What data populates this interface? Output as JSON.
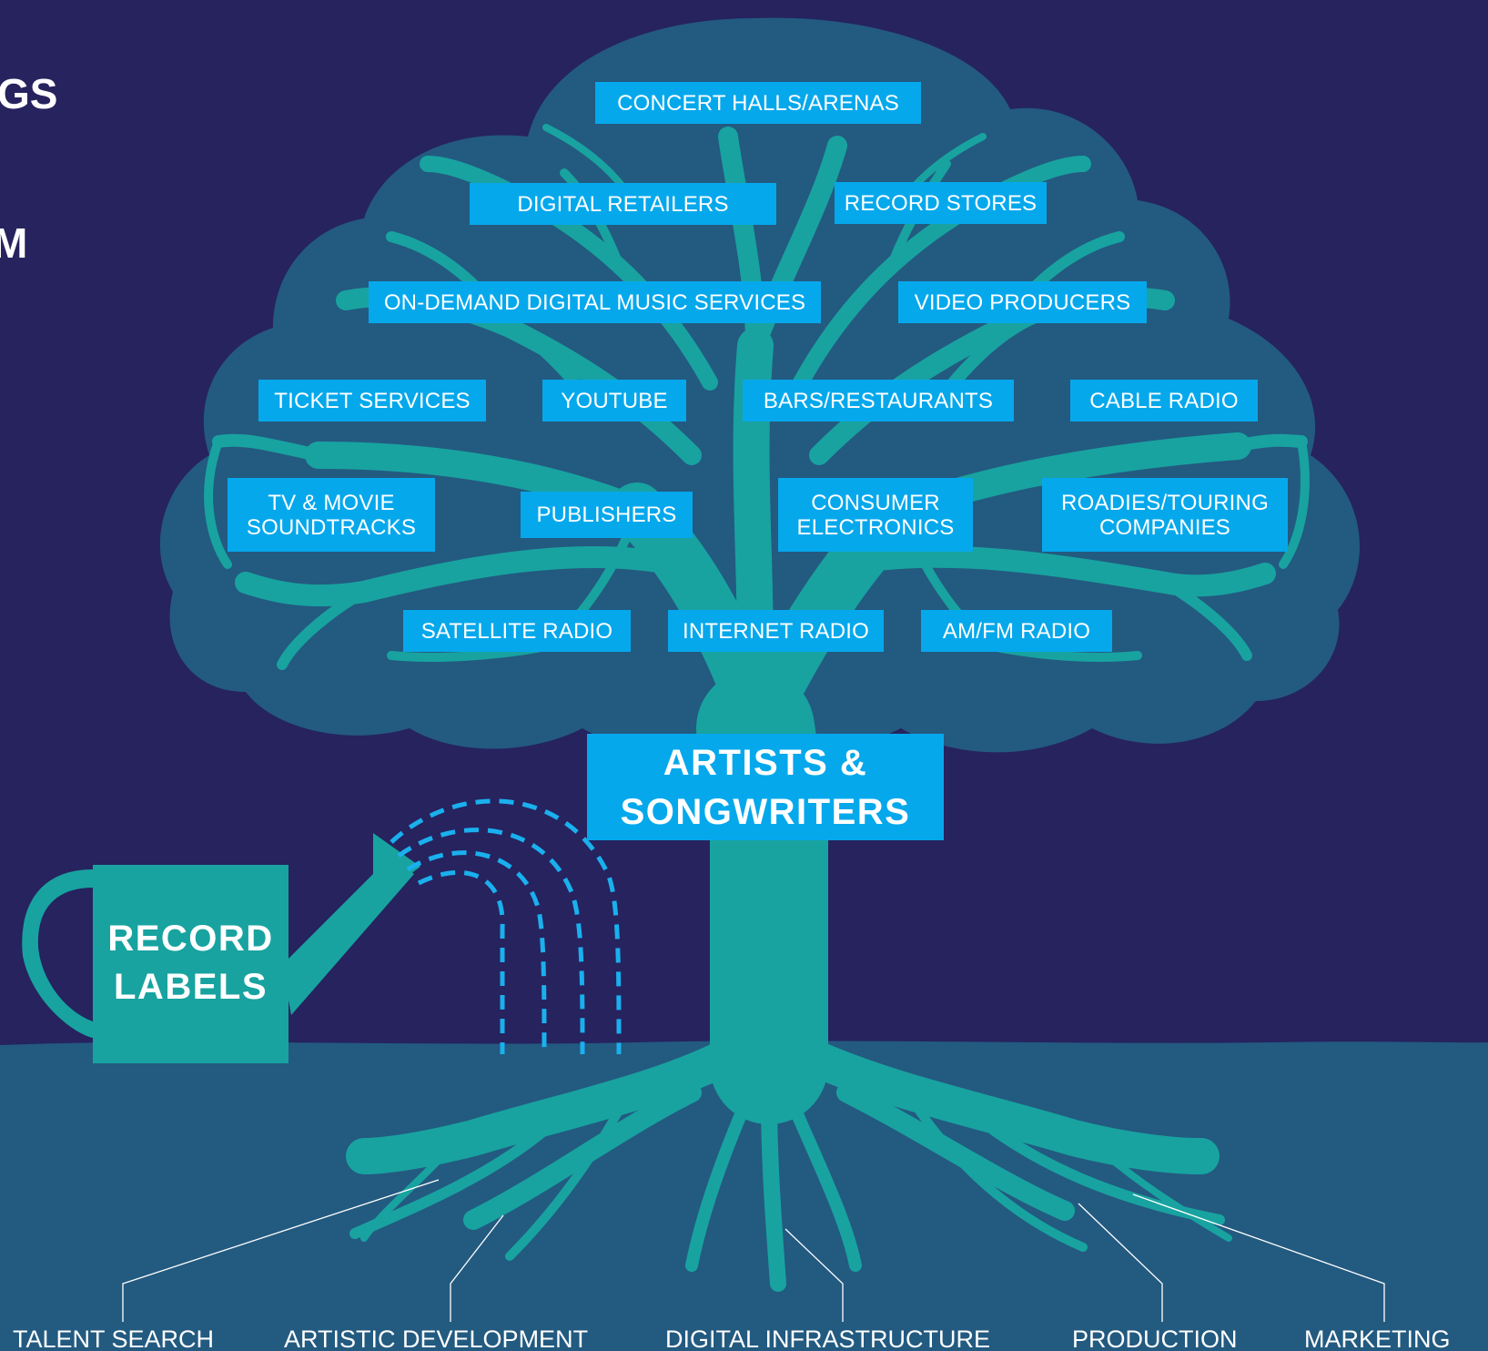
{
  "heading_fragments": [
    "GS",
    "M"
  ],
  "branches": {
    "concert_halls": "CONCERT HALLS/ARENAS",
    "digital_retailers": "DIGITAL RETAILERS",
    "record_stores": "RECORD STORES",
    "on_demand": "ON-DEMAND DIGITAL MUSIC SERVICES",
    "video_producers": "VIDEO PRODUCERS",
    "ticket_services": "TICKET SERVICES",
    "youtube": "YOUTUBE",
    "bars_restaurants": "BARS/RESTAURANTS",
    "cable_radio": "CABLE RADIO",
    "tv_movie": [
      "TV & MOVIE",
      "SOUNDTRACKS"
    ],
    "publishers": "PUBLISHERS",
    "consumer_electronics": [
      "CONSUMER",
      "ELECTRONICS"
    ],
    "roadies": [
      "ROADIES/TOURING",
      "COMPANIES"
    ],
    "satellite_radio": "SATELLITE RADIO",
    "internet_radio": "INTERNET RADIO",
    "am_fm_radio": "AM/FM RADIO"
  },
  "trunk_label": [
    "ARTISTS &",
    "SONGWRITERS"
  ],
  "watering_can_label": [
    "RECORD",
    "LABELS"
  ],
  "roots": [
    "TALENT SEARCH",
    "ARTISTIC DEVELOPMENT",
    "DIGITAL INFRASTRUCTURE",
    "PRODUCTION",
    "MARKETING"
  ],
  "colors": {
    "sky": "#26235f",
    "canopy": "#235a80",
    "ground": "#235a80",
    "tree": "#18a3a0",
    "label_box": "#06a8ec",
    "water": "#1ab0ee"
  }
}
